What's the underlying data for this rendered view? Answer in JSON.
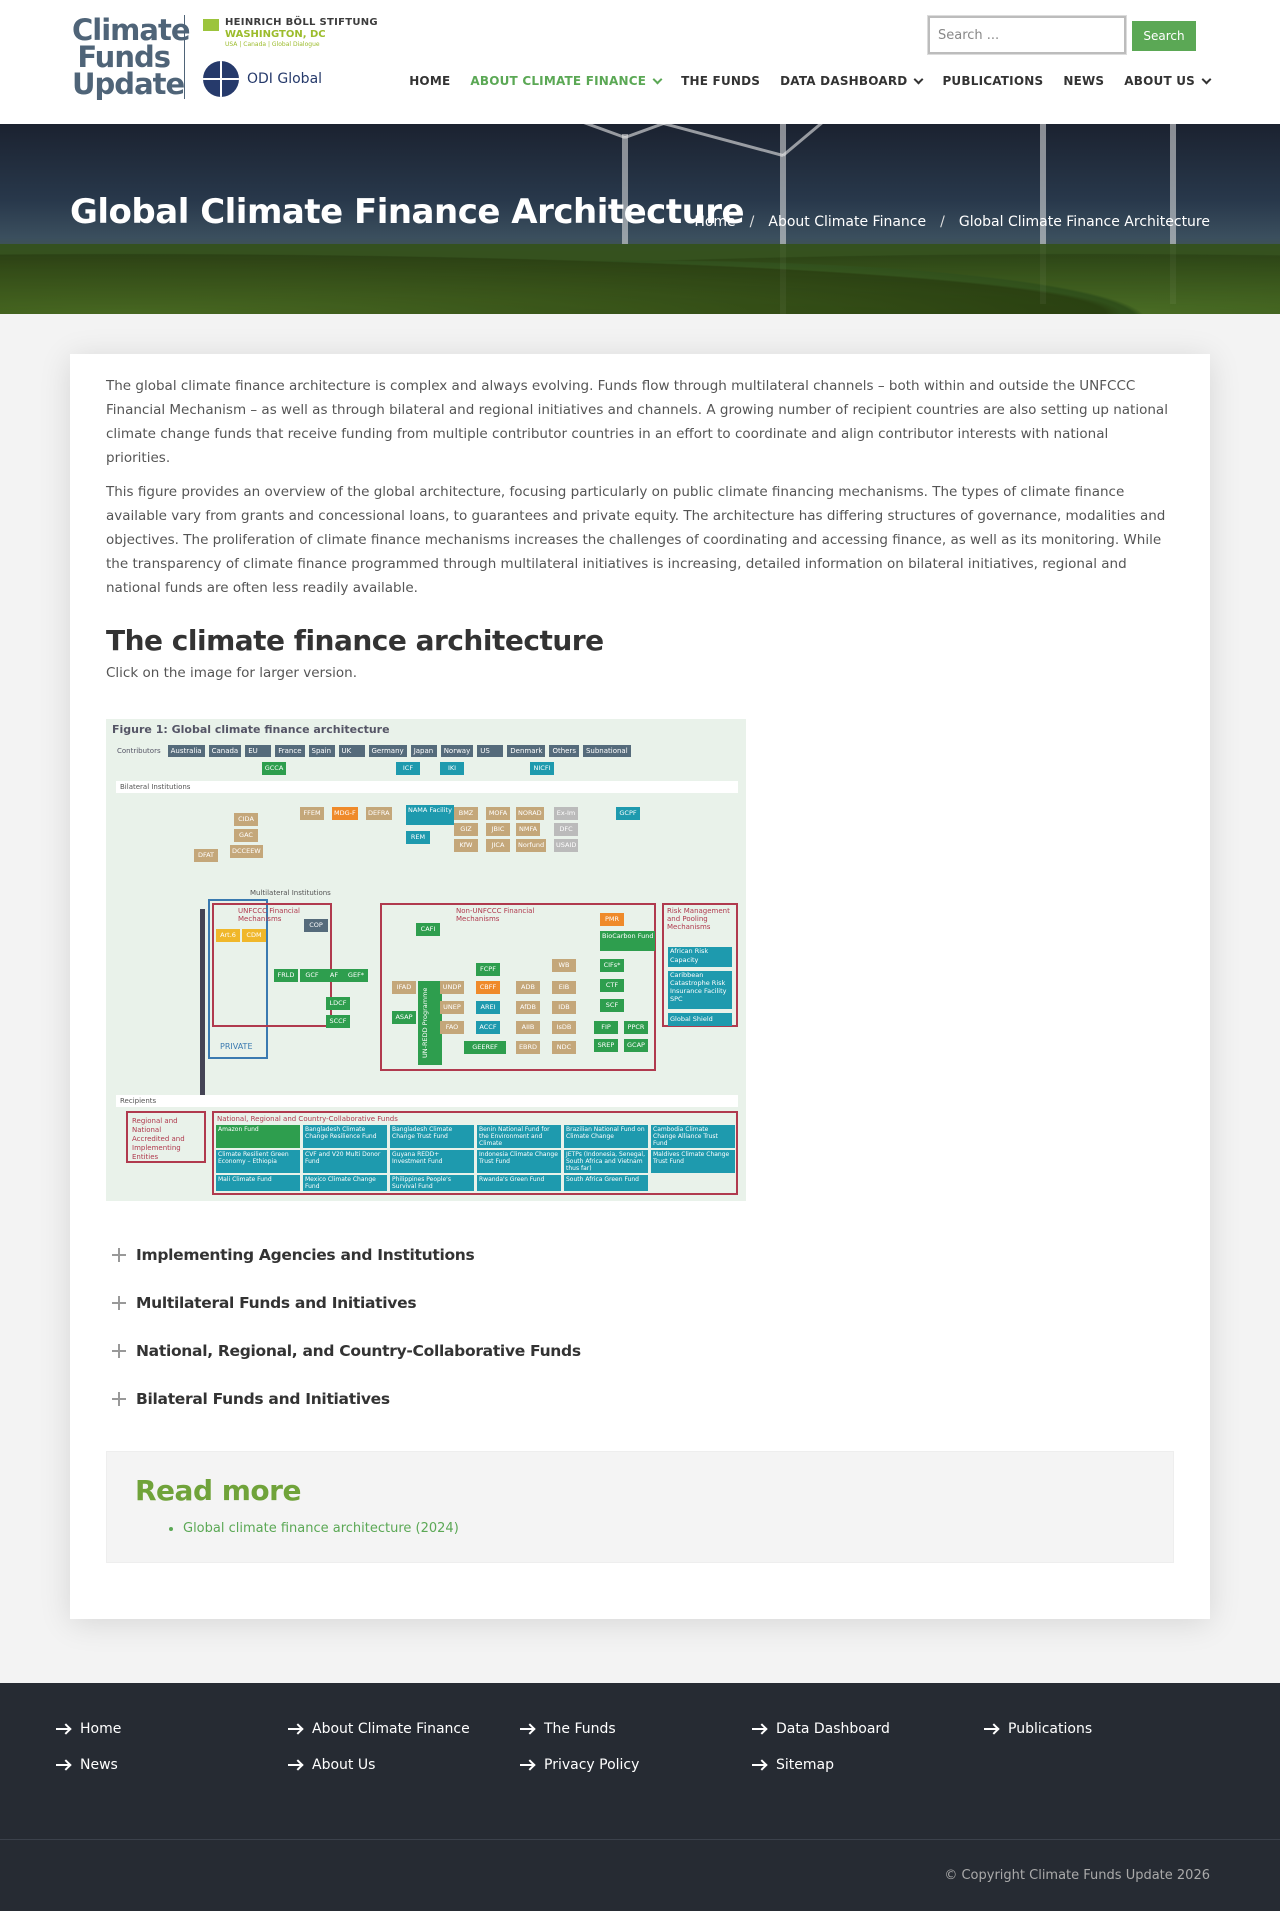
{
  "logo": {
    "cfu_lines": [
      "Climate",
      "Funds",
      "Update"
    ],
    "hbs_name": "HEINRICH BÖLL STIFTUNG",
    "hbs_city": "WASHINGTON, DC",
    "hbs_sub": "USA | Canada | Global Dialogue",
    "odi": "ODI Global"
  },
  "search": {
    "placeholder": "Search ...",
    "button": "Search"
  },
  "nav": [
    {
      "label": "HOME",
      "active": false,
      "dropdown": false
    },
    {
      "label": "ABOUT CLIMATE FINANCE",
      "active": true,
      "dropdown": true
    },
    {
      "label": "THE FUNDS",
      "active": false,
      "dropdown": false
    },
    {
      "label": "DATA DASHBOARD",
      "active": false,
      "dropdown": true
    },
    {
      "label": "PUBLICATIONS",
      "active": false,
      "dropdown": false
    },
    {
      "label": "NEWS",
      "active": false,
      "dropdown": false
    },
    {
      "label": "ABOUT US",
      "active": false,
      "dropdown": true
    }
  ],
  "hero": {
    "title": "Global Climate Finance Architecture",
    "breadcrumb": [
      "Home",
      "About Climate Finance",
      "Global Climate Finance Architecture"
    ]
  },
  "content": {
    "p1": "The global climate finance architecture is complex and always evolving. Funds flow through multilateral channels – both within and outside the UNFCCC Financial Mechanism – as well as through bilateral and regional initiatives and channels. A growing number of recipient countries are also setting up national climate change funds that receive funding from multiple contributor countries in an effort to coordinate and align contributor interests with national priorities.",
    "p2": "This figure provides an overview of the global architecture, focusing particularly on public climate financing mechanisms. The types of climate finance available vary from grants and concessional loans, to guarantees and private equity. The architecture has differing structures of governance, modalities and objectives. The proliferation of climate finance mechanisms increases the challenges of coordinating and accessing finance, as well as its monitoring. While the transparency of climate finance programmed through multilateral initiatives is increasing, detailed information on bilateral initiatives, regional and national funds are often less readily available.",
    "heading": "The climate finance architecture",
    "hint": "Click on the image for larger version."
  },
  "figure": {
    "title": "Figure 1: Global climate finance architecture",
    "contributors_label": "Contributors",
    "contributors": [
      "Australia",
      "Canada",
      "EU",
      "France",
      "Spain",
      "UK",
      "Germany",
      "Japan",
      "Norway",
      "US",
      "Denmark",
      "Others",
      "Subnational"
    ],
    "bilateral_label": "Bilateral Institutions",
    "multilateral_label": "Multilateral Institutions",
    "recipients_label": "Recipients",
    "unfccc_label": "UNFCCC Financial Mechanisms",
    "non_unfccc_label": "Non-UNFCCC Financial Mechanisms",
    "risk_label": "Risk Management and Pooling Mechanisms",
    "private_label": "PRIVATE",
    "national_label": "National, Regional and Country-Collaborative Funds",
    "regional_label": "Regional and National Accredited and Implementing Entities",
    "unfccc_funds": [
      "FRLD",
      "GCF",
      "AF",
      "GEF*",
      "LDCF",
      "SCCF",
      "COP"
    ],
    "mdb_funds": [
      "CAFI",
      "FCPF",
      "UNDP",
      "UNEP",
      "FAO",
      "CBFF",
      "AREI",
      "ACCF",
      "GEEREF",
      "ADB",
      "AfDB",
      "AIIB",
      "EBRD",
      "EIB",
      "IDB",
      "IsDB",
      "NDC",
      "WB",
      "CIFs*",
      "CTF",
      "SCF",
      "FIP",
      "PPCR",
      "SREP",
      "GCAP",
      "PMR",
      "BioCarbon Fund"
    ],
    "risk_funds": [
      "African Risk Capacity",
      "Caribbean Catastrophe Risk Insurance Facility SPC",
      "Global Shield"
    ],
    "national_funds": [
      "Amazon Fund",
      "Bangladesh Climate Change Resilience Fund",
      "Bangladesh Climate Change Trust Fund",
      "Benin National Fund for the Environment and Climate",
      "Brazilian National Fund on Climate Change",
      "Cambodia Climate Change Alliance Trust Fund",
      "Climate Resilient Green Economy – Ethiopia",
      "CVF and V20 Multi Donor Fund",
      "Guyana REDD+ Investment Fund",
      "Indonesia Climate Change Trust Fund",
      "JETPs (Indonesia, Senegal, South Africa and Vietnam thus far)",
      "Maldives Climate Change Trust Fund",
      "Mali Climate Fund",
      "Mexico Climate Change Fund",
      "Philippines People's Survival Fund",
      "Rwanda's Green Fund",
      "South Africa Green Fund"
    ]
  },
  "accordion": [
    "Implementing Agencies and Institutions",
    "Multilateral Funds and Initiatives",
    "National, Regional, and Country-Collaborative Funds",
    "Bilateral Funds and Initiatives"
  ],
  "readmore": {
    "title": "Read more",
    "links": [
      "Global climate finance architecture (2024)"
    ]
  },
  "footer": {
    "links": [
      "Home",
      "About Climate Finance",
      "The Funds",
      "Data Dashboard",
      "Publications",
      "News",
      "About Us",
      "Privacy Policy",
      "Sitemap"
    ],
    "copyright": "© Copyright Climate Funds Update 2026"
  },
  "colors": {
    "accent": "#5ba855",
    "readmore": "#70a33a",
    "footer": "#262b33",
    "logo": "#4f6478"
  }
}
